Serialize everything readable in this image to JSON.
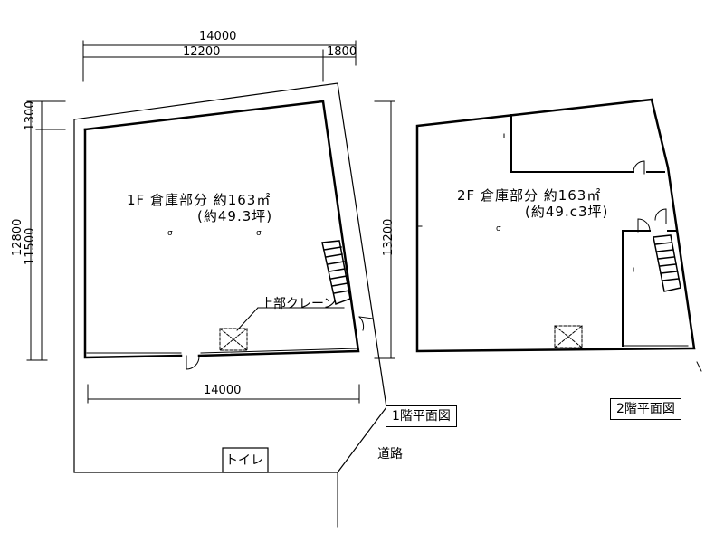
{
  "dimensions": {
    "top_total": "14000",
    "top_left": "12200",
    "top_right": "1800",
    "left_outer_total": "12800",
    "left_top": "1300",
    "left_main": "11500",
    "right_height": "13200",
    "bottom_width": "14000"
  },
  "floor1": {
    "area_line1": "1F 倉庫部分 約163㎡",
    "area_line2": "(約49.3坪)",
    "crane_label": "上部クレーン",
    "toilet_label": "トイレ",
    "title": "1階平面図",
    "marks": [
      "σ",
      "σ"
    ]
  },
  "floor2": {
    "area_line1": "2F 倉庫部分 約163㎡",
    "area_line2": "(約49.c3坪)",
    "title": "2階平面図",
    "marks": [
      "σ"
    ]
  },
  "road_label": "道路"
}
